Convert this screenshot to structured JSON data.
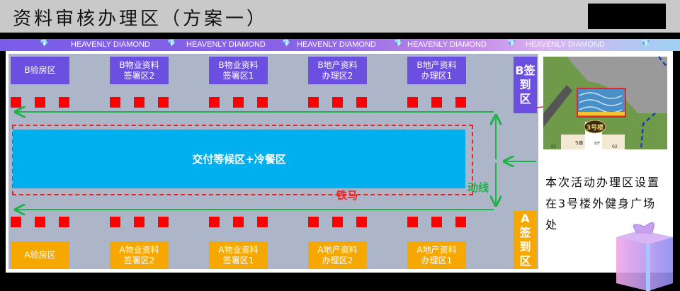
{
  "title": "资料审核办理区（方案一）",
  "banner": {
    "text": "HEAVENLY DIAMOND",
    "repeat": 6,
    "icon": "diamond-icon"
  },
  "b_row": [
    "B验房区",
    "B物业资料\n签署区2",
    "B物业资料\n签署区1",
    "B地产资料\n办理区2",
    "B地产资料\n办理区1"
  ],
  "a_row": [
    "A验房区",
    "A物业资料\n签署区2",
    "A物业资料\n签署区1",
    "A地产资料\n办理区2",
    "A地产资料\n办理区1"
  ],
  "b_checkin": [
    "B签",
    "到",
    "区"
  ],
  "a_checkin": [
    "A",
    "签",
    "到",
    "区"
  ],
  "waiting_area": "交付等候区+冷餐区",
  "barrier_label": "铁马",
  "flow_label": "动线",
  "note": "本次活动办理区设置在3号楼外健身广场处",
  "map": {
    "building": "3号楼",
    "block": "5座",
    "floors": "32F",
    "unit_left": "01",
    "unit_right": "02"
  },
  "colors": {
    "b_zone": "#6a4fe0",
    "a_zone": "#f6a800",
    "waiting": "#00b0ee",
    "desk": "#ff0000",
    "flow": "#21b14b",
    "barrier": "#e8262a"
  }
}
